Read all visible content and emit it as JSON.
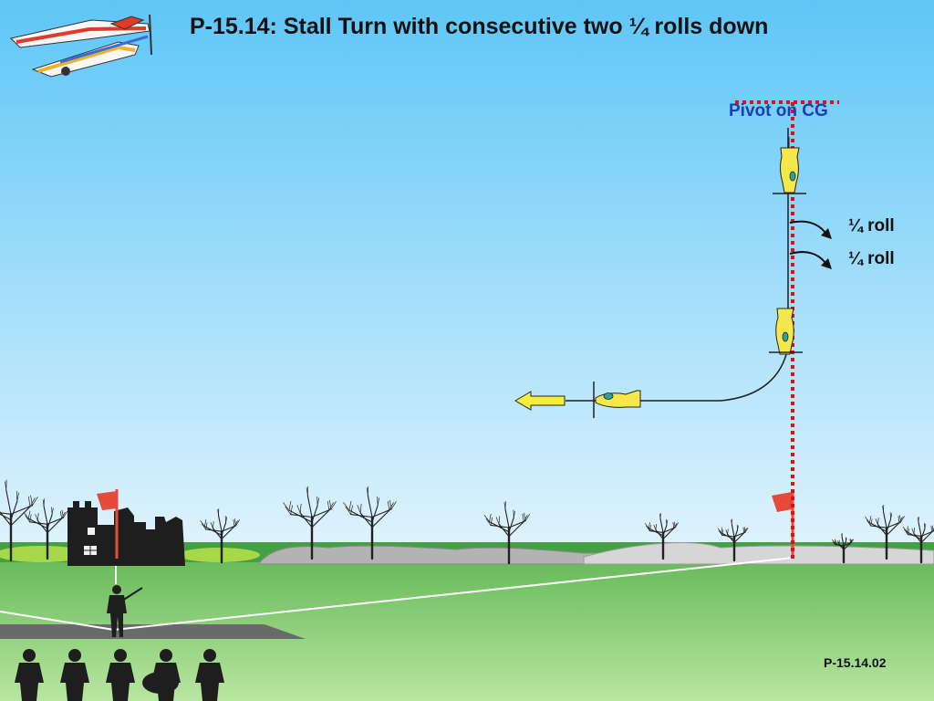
{
  "title": "P-15.14: Stall Turn with consecutive two ¼ rolls down",
  "pivot_label": "Pivot on CG",
  "roll_labels": [
    "¼ roll",
    "¼ roll"
  ],
  "figure_code": "P-15.14.02",
  "colors": {
    "sky_top": "#5ec6f7",
    "sky_bottom": "#dff3fd",
    "grass": "#88cc77",
    "aircraft": "#f5e84a",
    "flight_arrow": "#f5ee3d",
    "pivot_text": "#1a3fb5",
    "pivot_line": "#dd1111",
    "flag": "#e84a3a",
    "silhouette": "#1e1e1e"
  }
}
